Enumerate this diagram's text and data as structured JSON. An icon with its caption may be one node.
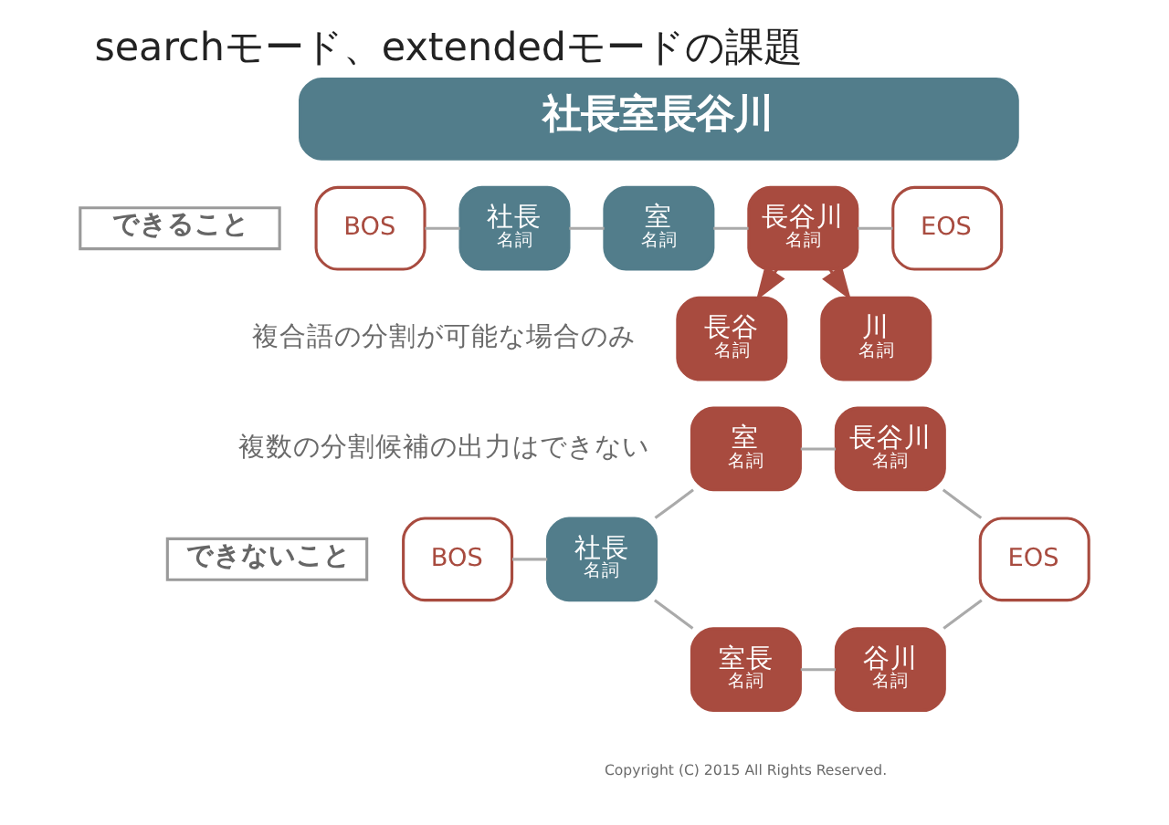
{
  "diagram": {
    "title": "searchモード、extendedモードの課題",
    "nodes": [
      {
        "text": [
          "社長室長谷川"
        ]
      },
      {
        "text": [
          "できること"
        ]
      },
      {
        "text": [
          "BOS"
        ]
      },
      {
        "text": [
          "社長",
          "名詞"
        ]
      },
      {
        "text": [
          "室",
          "名詞"
        ]
      },
      {
        "text": [
          "長谷川",
          "名詞"
        ]
      },
      {
        "text": [
          "EOS"
        ]
      },
      {
        "text": [
          "長谷",
          "名詞"
        ]
      },
      {
        "text": [
          "川",
          "名詞"
        ]
      },
      {
        "text": [
          "できないこと"
        ]
      },
      {
        "text": [
          "BOS"
        ]
      },
      {
        "text": [
          "社長",
          "名詞"
        ]
      },
      {
        "text": [
          "室",
          "名詞"
        ]
      },
      {
        "text": [
          "長谷川",
          "名詞"
        ]
      },
      {
        "text": [
          "室長",
          "名詞"
        ]
      },
      {
        "text": [
          "谷川",
          "名詞"
        ]
      },
      {
        "text": [
          "EOS"
        ]
      }
    ],
    "edges": [
      {
        "from": 2,
        "to": 3,
        "arrow": "none"
      },
      {
        "from": 3,
        "to": 4,
        "arrow": "none"
      },
      {
        "from": 4,
        "to": 5,
        "arrow": "none"
      },
      {
        "from": 5,
        "to": 6,
        "arrow": "none"
      },
      {
        "from": 5,
        "to": 7,
        "arrow": "to",
        "color": "#a84b3f"
      },
      {
        "from": 5,
        "to": 8,
        "arrow": "to",
        "color": "#a84b3f"
      },
      {
        "from": 10,
        "to": 11,
        "arrow": "none"
      },
      {
        "from": 11,
        "to": 12,
        "arrow": "none"
      },
      {
        "from": 12,
        "to": 13,
        "arrow": "none"
      },
      {
        "from": 13,
        "to": 16,
        "arrow": "none"
      },
      {
        "from": 11,
        "to": 14,
        "arrow": "none"
      },
      {
        "from": 14,
        "to": 15,
        "arrow": "none"
      },
      {
        "from": 15,
        "to": 16,
        "arrow": "none"
      }
    ],
    "labels": [
      "複合語の分割が可能な場合のみ",
      "複数の分割候補の出力はできない",
      "Copyright (C) 2015 All Rights Reserved."
    ]
  }
}
